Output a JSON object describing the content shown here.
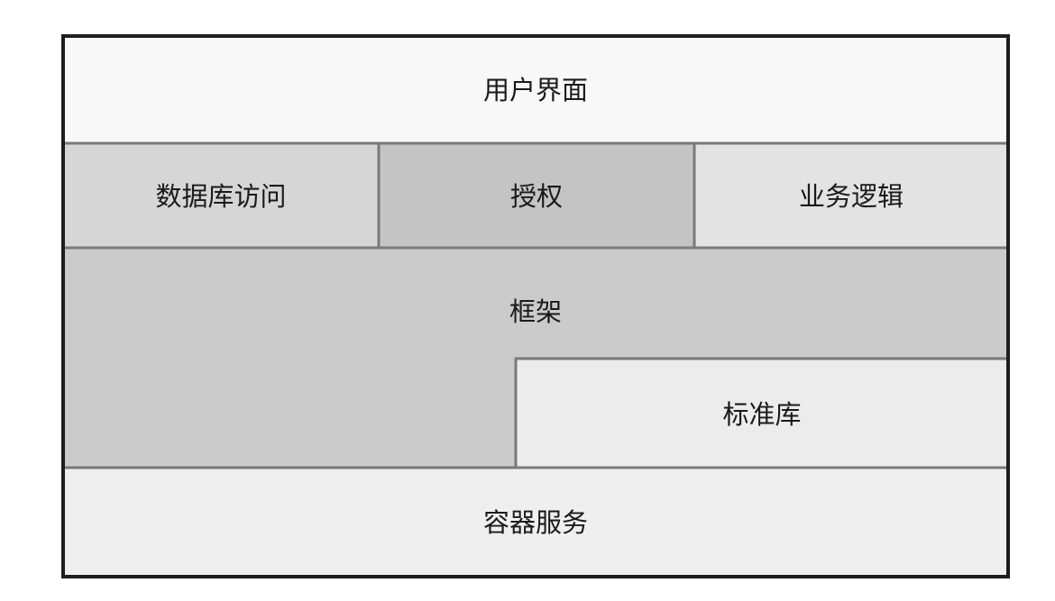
{
  "layers": {
    "ui": {
      "label": "用户界面",
      "fill": "#f8f8f8"
    },
    "db_access": {
      "label": "数据库访问",
      "fill": "#d6d6d6"
    },
    "auth": {
      "label": "授权",
      "fill": "#c4c4c4"
    },
    "business": {
      "label": "业务逻辑",
      "fill": "#e3e3e3"
    },
    "framework": {
      "label": "框架",
      "fill": "#cbcbcb"
    },
    "stdlib": {
      "label": "标准库",
      "fill": "#ececec"
    },
    "container": {
      "label": "容器服务",
      "fill": "#efefef"
    }
  },
  "colors": {
    "frame": "#1e1e1e",
    "divider": "#7a7a7a",
    "text": "#1a1a1a"
  }
}
